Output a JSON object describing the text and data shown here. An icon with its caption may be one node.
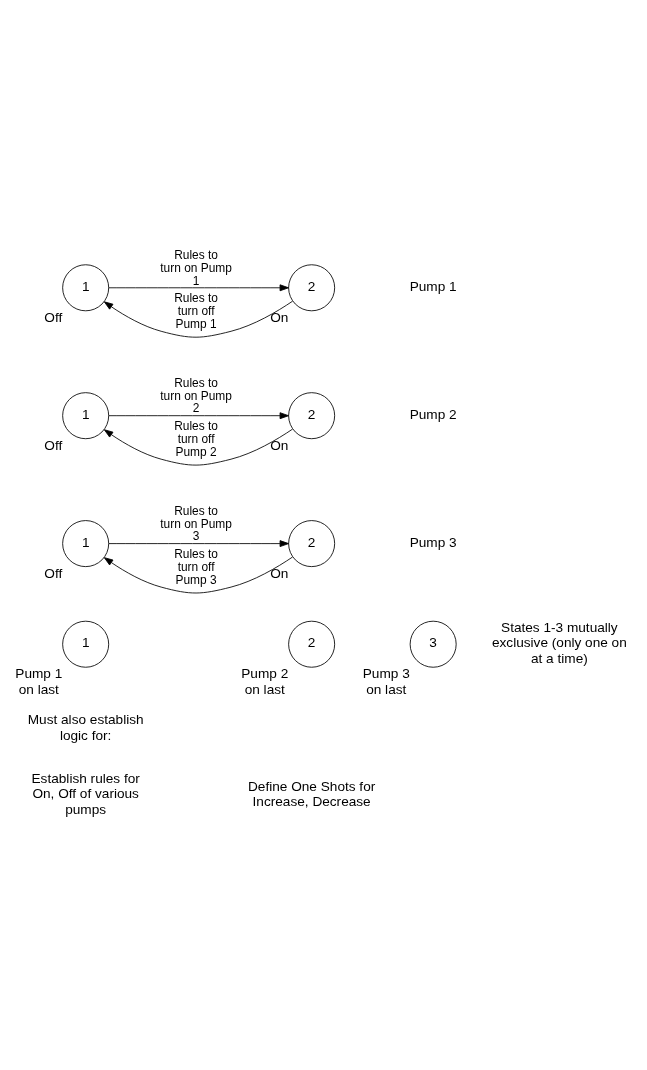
{
  "diagram": {
    "nodes": [
      {
        "text": [
          "1"
        ],
        "beside": [
          "Off"
        ]
      },
      {
        "text": [
          "2"
        ],
        "beside": [
          "On"
        ]
      },
      {
        "text": [
          "1"
        ],
        "beside": [
          "Off"
        ]
      },
      {
        "text": [
          "2"
        ],
        "beside": [
          "On"
        ]
      },
      {
        "text": [
          "1"
        ],
        "beside": [
          "Off"
        ]
      },
      {
        "text": [
          "2"
        ],
        "beside": [
          "On"
        ]
      },
      {
        "text": [
          "1"
        ],
        "beside": [
          "Pump 1 on last"
        ]
      },
      {
        "text": [
          "2"
        ],
        "beside": [
          "Pump 2 on last"
        ]
      },
      {
        "text": [
          "3"
        ],
        "beside": [
          "Pump 3 on last"
        ]
      }
    ],
    "edges": [
      {
        "from": 0,
        "to": 1,
        "arrow": "to",
        "label": "Rules to turn on Pump 1"
      },
      {
        "from": 1,
        "to": 0,
        "arrow": "to",
        "label": "Rules to turn off Pump 1"
      },
      {
        "from": 2,
        "to": 3,
        "arrow": "to",
        "label": "Rules to turn on Pump 2"
      },
      {
        "from": 3,
        "to": 2,
        "arrow": "to",
        "label": "Rules to turn off Pump 2"
      },
      {
        "from": 4,
        "to": 5,
        "arrow": "to",
        "label": "Rules to turn on Pump 3"
      },
      {
        "from": 5,
        "to": 4,
        "arrow": "to",
        "label": "Rules to turn off Pump 3"
      }
    ],
    "labels": [
      "Establish rules for On, Off of various pumps",
      "Define One Shots for Increase, Decrease",
      "Pump 1",
      "Pump 2",
      "Pump 3",
      "Must also establish logic for:",
      "States 1-3 mutually exclusive (only one on at a time)"
    ]
  }
}
